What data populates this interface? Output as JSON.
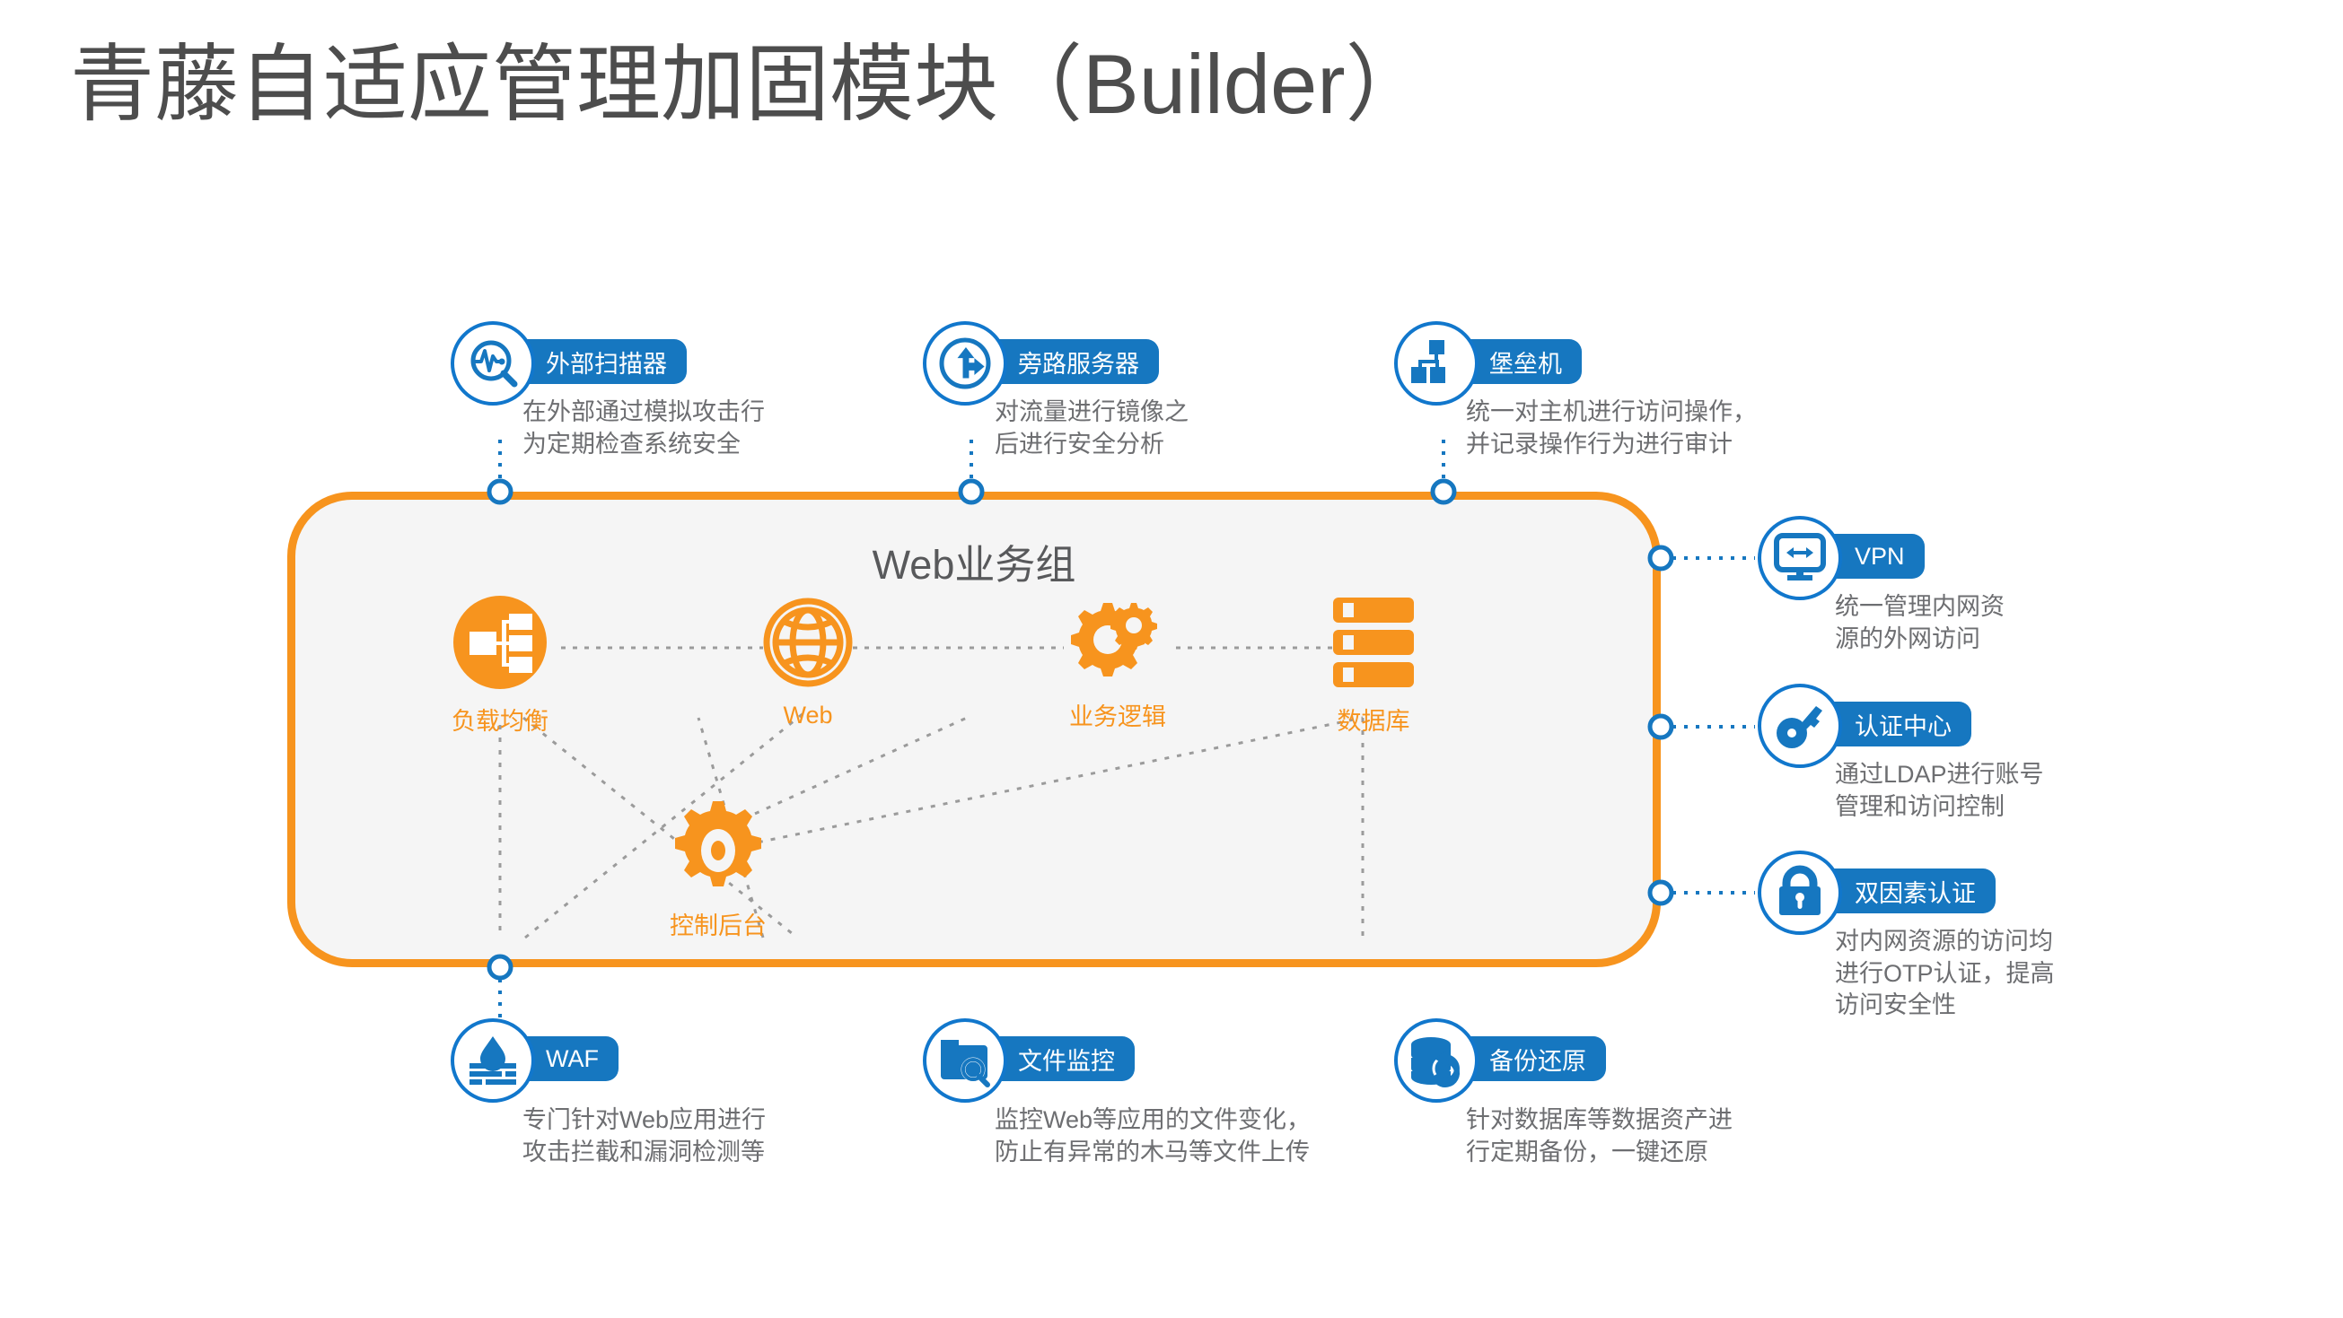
{
  "title": "青藤自适应管理加固模块（Builder）",
  "colors": {
    "orange": "#F7941E",
    "blue": "#1677C0",
    "blue_border": "#1177CC",
    "box_fill": "#F5F5F5",
    "title_text": "#4d4d4d",
    "desc_text": "#6D6E71",
    "group_title_text": "#58595B"
  },
  "web_group": {
    "title": "Web业务组",
    "nodes": [
      {
        "id": "load-balancer",
        "label": "负载均衡",
        "icon": "load-balancer-icon"
      },
      {
        "id": "web",
        "label": "Web",
        "icon": "globe-icon"
      },
      {
        "id": "business-logic",
        "label": "业务逻辑",
        "icon": "gears-icon"
      },
      {
        "id": "database",
        "label": "数据库",
        "icon": "database-icon"
      },
      {
        "id": "control-panel",
        "label": "控制后台",
        "icon": "gear-icon"
      }
    ]
  },
  "top_items": [
    {
      "id": "external-scanner",
      "label": "外部扫描器",
      "icon": "scan-pulse-magnifier-icon",
      "desc_line1": "在外部通过模拟攻击行",
      "desc_line2": "为定期检查系统安全"
    },
    {
      "id": "bypass-server",
      "label": "旁路服务器",
      "icon": "traffic-split-arrow-icon",
      "desc_line1": "对流量进行镜像之",
      "desc_line2": "后进行安全分析"
    },
    {
      "id": "bastion-host",
      "label": "堡垒机",
      "icon": "hierarchy-nodes-icon",
      "desc_line1": "统一对主机进行访问操作，",
      "desc_line2": "并记录操作行为进行审计"
    }
  ],
  "right_items": [
    {
      "id": "vpn",
      "label": "VPN",
      "icon": "monitor-arrows-icon",
      "desc_line1": "统一管理内网资",
      "desc_line2": "源的外网访问",
      "desc_line3": ""
    },
    {
      "id": "auth-center",
      "label": "认证中心",
      "icon": "key-icon",
      "desc_line1": "通过LDAP进行账号",
      "desc_line2": "管理和访问控制",
      "desc_line3": ""
    },
    {
      "id": "two-factor-auth",
      "label": "双因素认证",
      "icon": "padlock-icon",
      "desc_line1": "对内网资源的访问均",
      "desc_line2": "进行OTP认证，提高",
      "desc_line3": "访问安全性"
    }
  ],
  "bottom_items": [
    {
      "id": "waf",
      "label": "WAF",
      "icon": "waterdrop-firewall-icon",
      "desc_line1": "专门针对Web应用进行",
      "desc_line2": "攻击拦截和漏洞检测等"
    },
    {
      "id": "file-monitor",
      "label": "文件监控",
      "icon": "folder-search-icon",
      "desc_line1": "监控Web等应用的文件变化，",
      "desc_line2": "防止有异常的木马等文件上传"
    },
    {
      "id": "backup-restore",
      "label": "备份还原",
      "icon": "database-restore-icon",
      "desc_line1": "针对数据库等数据资产进",
      "desc_line2": "行定期备份，一键还原"
    }
  ]
}
